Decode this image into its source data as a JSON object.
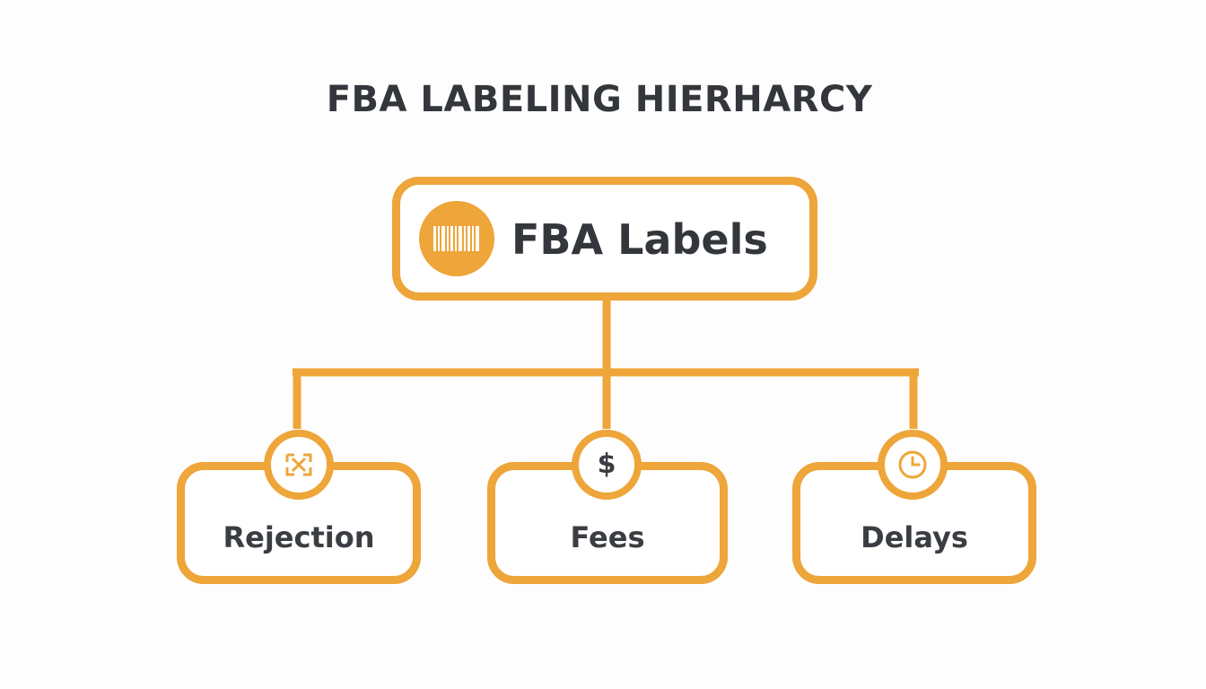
{
  "title": "FBA LABELING HIERHARCY",
  "colors": {
    "accent": "#eea539",
    "text": "#33363b",
    "background": "#fdfdfd"
  },
  "root": {
    "label": "FBA Labels",
    "icon": "barcode-icon"
  },
  "children": [
    {
      "label": "Rejection",
      "icon": "rejected-box-icon"
    },
    {
      "label": "Fees",
      "icon": "dollar-icon",
      "glyph": "$"
    },
    {
      "label": "Delays",
      "icon": "clock-icon"
    }
  ]
}
